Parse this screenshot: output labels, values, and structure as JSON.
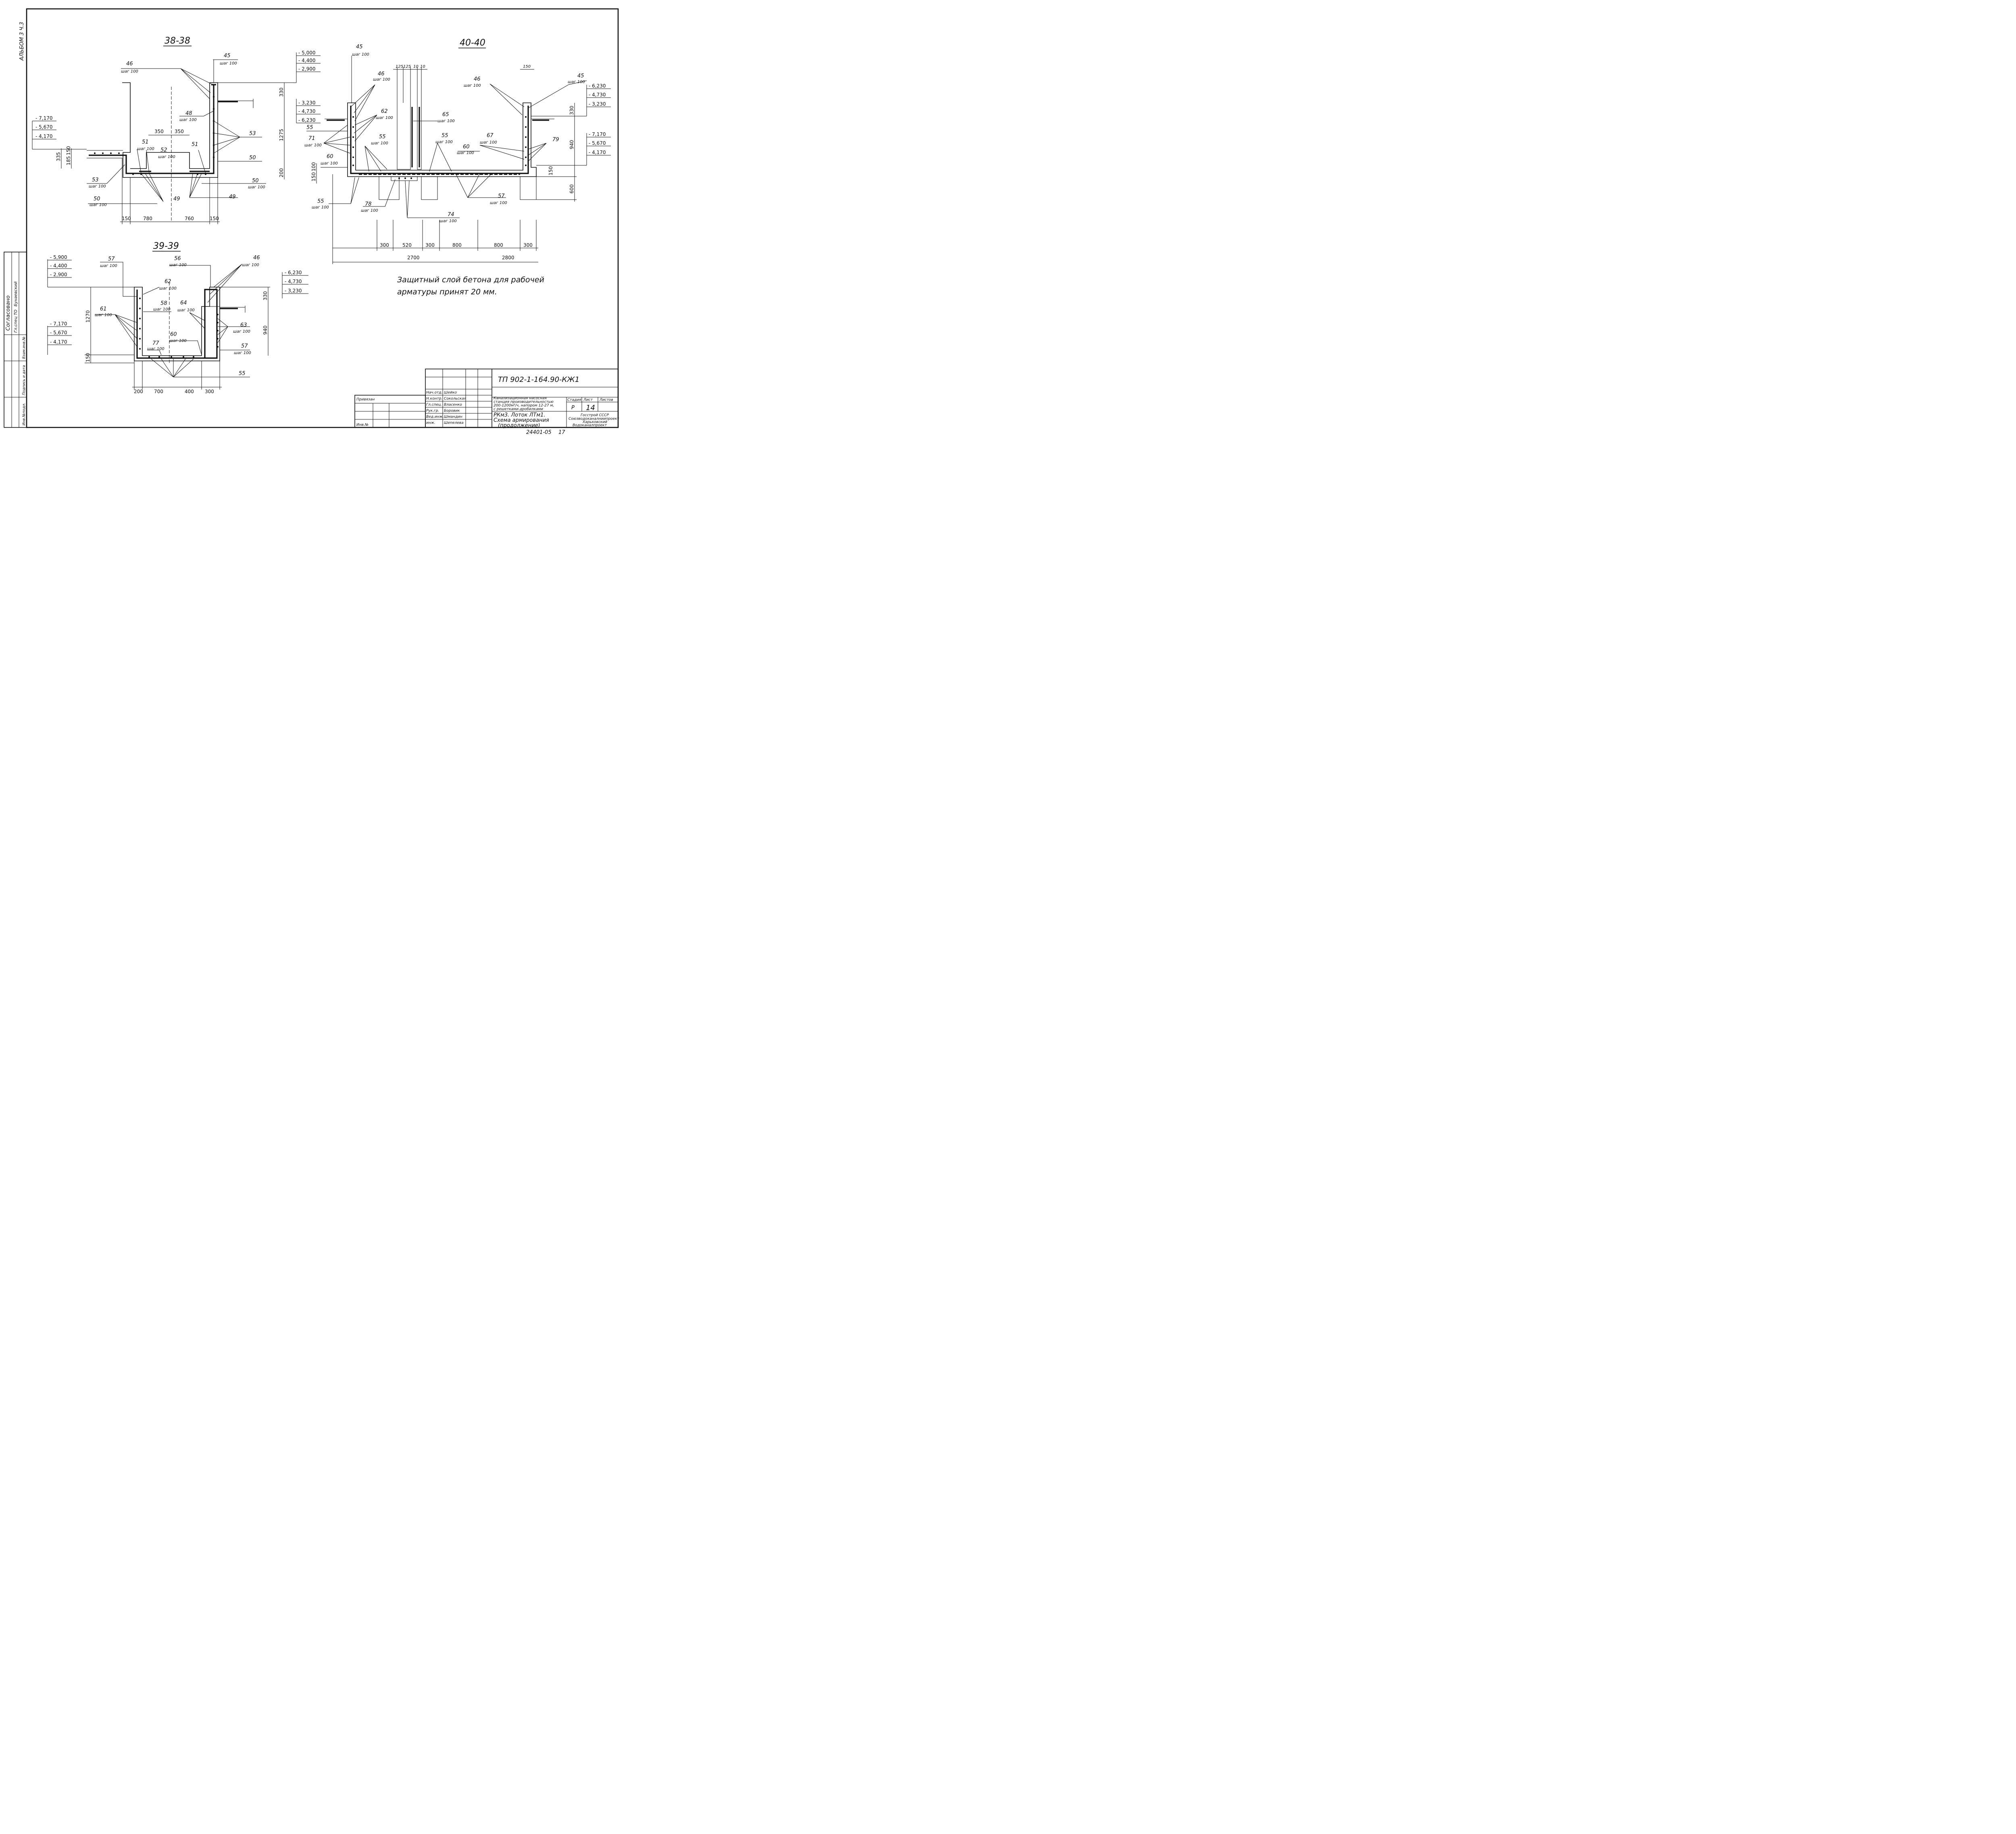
{
  "album": "АЛЬБОМ 3 Ч.3",
  "sections": {
    "s38": {
      "title": "38-38",
      "elev_left": [
        "- 7,170",
        "- 5,670",
        "- 4,170"
      ],
      "elev_right_top": [
        "- 5,000",
        "- 4,400",
        "- 2,900"
      ],
      "elev_right_mid": [
        "- 3,230",
        "- 4,730",
        "- 6,230"
      ],
      "dims_bottom": [
        "150",
        "780",
        "760",
        "150"
      ],
      "dims_top": [
        "350",
        "350"
      ],
      "dims_left": [
        "335",
        "185",
        "150"
      ],
      "dims_right": [
        "330",
        "1275",
        "200"
      ],
      "labels": [
        {
          "num": "46",
          "step": "шаг 100"
        },
        {
          "num": "45",
          "step": "шаг 100"
        },
        {
          "num": "48",
          "step": "шаг 100"
        },
        {
          "num": "53",
          "step": ""
        },
        {
          "num": "50",
          "step": ""
        },
        {
          "num": "51",
          "step": "шаг 100"
        },
        {
          "num": "52",
          "step": "шаг 100"
        },
        {
          "num": "51",
          "step": ""
        },
        {
          "num": "53",
          "step": "шаг 100"
        },
        {
          "num": "50",
          "step": "шаг 100"
        },
        {
          "num": "50",
          "step": "шаг 100"
        },
        {
          "num": "49",
          "step": ""
        },
        {
          "num": "49",
          "step": ""
        }
      ]
    },
    "s39": {
      "title": "39-39",
      "elev_left_top": [
        "- 5,900",
        "- 4,400",
        "- 2,900"
      ],
      "elev_left_bottom": [
        "- 7,170",
        "- 5,670",
        "- 4,170"
      ],
      "elev_right": [
        "- 6,230",
        "- 4,730",
        "- 3,230"
      ],
      "dims_bottom": [
        "200",
        "700",
        "400",
        "300"
      ],
      "dims_left": [
        "1270",
        "150"
      ],
      "dims_right": [
        "330",
        "940"
      ],
      "labels": [
        {
          "num": "57",
          "step": "шаг 100"
        },
        {
          "num": "56",
          "step": "шаг 100"
        },
        {
          "num": "46",
          "step": "шаг 100"
        },
        {
          "num": "62",
          "step": "шаг 100"
        },
        {
          "num": "61",
          "step": "шаг 100"
        },
        {
          "num": "58",
          "step": "шаг 100"
        },
        {
          "num": "64",
          "step": "шаг 100"
        },
        {
          "num": "63",
          "step": "шаг 100"
        },
        {
          "num": "60",
          "step": "шаг 100"
        },
        {
          "num": "77",
          "step": "шаг 100"
        },
        {
          "num": "57",
          "step": "шаг 100"
        },
        {
          "num": "55",
          "step": ""
        }
      ]
    },
    "s40": {
      "title": "40-40",
      "elev_right_top": [
        "- 6,230",
        "- 4,730",
        "- 3,230"
      ],
      "elev_right_bottom": [
        "- 7,170",
        "- 5,670",
        "- 4,170"
      ],
      "dims_top": [
        "125",
        "125",
        "10",
        "10"
      ],
      "dim_top_right": "150",
      "dims_bottom": [
        "300",
        "520",
        "300",
        "800",
        "800",
        "300"
      ],
      "dims_total": [
        "2700",
        "2800"
      ],
      "dims_left": [
        "150",
        "100"
      ],
      "dims_right": [
        "330",
        "940",
        "150",
        "600"
      ],
      "labels": [
        {
          "num": "45",
          "step": "шаг 100"
        },
        {
          "num": "46",
          "step": "шаг 100"
        },
        {
          "num": "46",
          "step": "шаг 100"
        },
        {
          "num": "45",
          "step": "шаг 100"
        },
        {
          "num": "62",
          "step": "шаг 100"
        },
        {
          "num": "65",
          "step": "шаг 100"
        },
        {
          "num": "55",
          "step": ""
        },
        {
          "num": "71",
          "step": "шаг 100"
        },
        {
          "num": "55",
          "step": "шаг 100"
        },
        {
          "num": "55",
          "step": "шаг 100"
        },
        {
          "num": "67",
          "step": "шаг 100"
        },
        {
          "num": "79",
          "step": ""
        },
        {
          "num": "60",
          "step": "шаг 100"
        },
        {
          "num": "60",
          "step": "шаг 100"
        },
        {
          "num": "55",
          "step": "шаг 100"
        },
        {
          "num": "78",
          "step": "шаг 100"
        },
        {
          "num": "57",
          "step": "шаг 100"
        },
        {
          "num": "74",
          "step": "шаг 100"
        }
      ]
    }
  },
  "note": {
    "line1": "Защитный слой бетона для рабочей",
    "line2": "арматуры принят 20 мм."
  },
  "side_stamp": {
    "agreed": "Согласовано",
    "role": "Гл.спец ТО",
    "name": "Бунаевский",
    "col1": "Инв.№подл.",
    "col2": "Подпись и дата",
    "col3": "Взам.инв.№"
  },
  "title_block": {
    "code": "ТП  902-1-164.90-КЖ1",
    "attached": "Привязан",
    "inv": "Инв.№",
    "staff": [
      {
        "role": "Нач.отд.",
        "name": "Шейко"
      },
      {
        "role": "Н.контр.",
        "name": "Сокольская"
      },
      {
        "role": "Гл.спец.",
        "name": "Власенко"
      },
      {
        "role": "Рук.гр.",
        "name": "Боровик"
      },
      {
        "role": "Вед.инж.",
        "name": "Шмандин"
      },
      {
        "role": "инж.",
        "name": "Шепелева"
      }
    ],
    "project": [
      "Канализационная насосная",
      "станция производительностью",
      "200-1200м³/ч, напором 12-27 м,",
      "с решетками-дробилками"
    ],
    "sheet_title": [
      "РКм3. Лоток ЛТм1.",
      "Схема армирования",
      "(продолжение)"
    ],
    "stage_hdr": "Стадия",
    "sheet_hdr": "Лист",
    "sheets_hdr": "Листов",
    "stage": "Р",
    "sheet": "14",
    "org": [
      "Госстрой СССР",
      "Союзводоканалниипроект",
      "Харьковский",
      "Водоканалпроект"
    ],
    "archive": "24401-05",
    "archive_sheet": "17"
  }
}
